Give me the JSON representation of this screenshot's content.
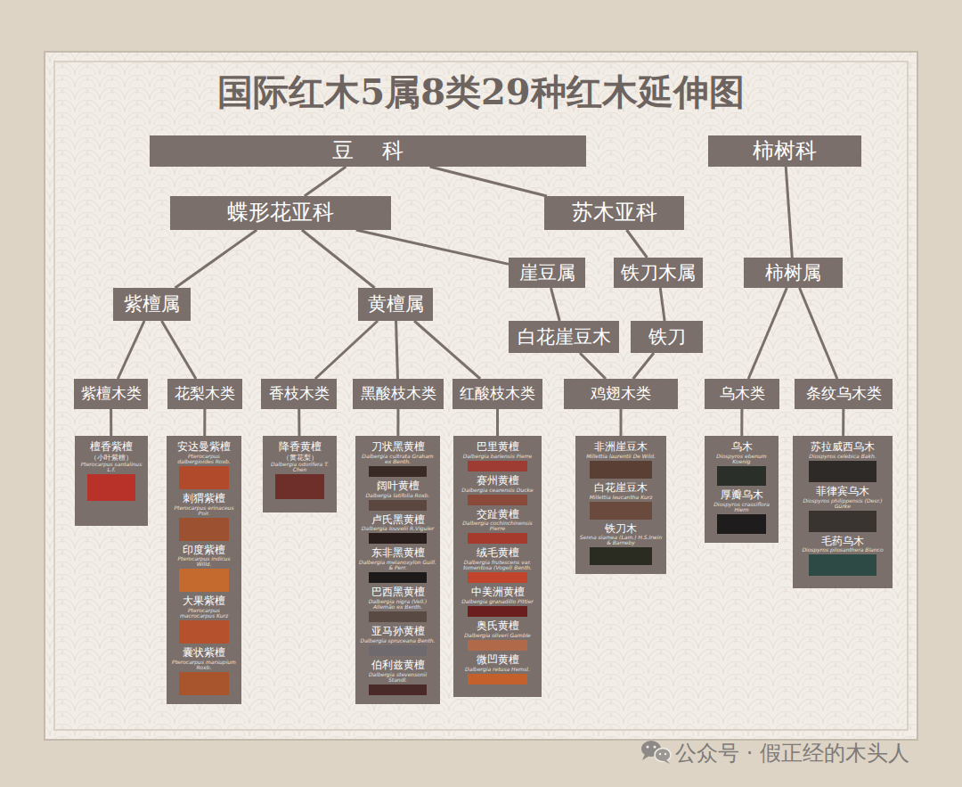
{
  "diagram": {
    "title": "国际红木5属8类29种红木延伸图",
    "nodes": [
      {
        "text": [
          "豆 科"
        ]
      },
      {
        "text": [
          "柿树科"
        ]
      },
      {
        "text": [
          "蝶形花亚科"
        ]
      },
      {
        "text": [
          "苏木亚科"
        ]
      },
      {
        "text": [
          "紫檀属"
        ]
      },
      {
        "text": [
          "黄檀属"
        ]
      },
      {
        "text": [
          "崖豆属"
        ]
      },
      {
        "text": [
          "铁刀木属"
        ]
      },
      {
        "text": [
          "柿树属"
        ]
      },
      {
        "text": [
          "白花崖豆木"
        ]
      },
      {
        "text": [
          "铁刀"
        ]
      },
      {
        "text": [
          "紫檀木类"
        ]
      },
      {
        "text": [
          "花梨木类"
        ]
      },
      {
        "text": [
          "香枝木类"
        ]
      },
      {
        "text": [
          "黑酸枝木类"
        ]
      },
      {
        "text": [
          "红酸枝木类"
        ]
      },
      {
        "text": [
          "鸡翅木类"
        ]
      },
      {
        "text": [
          "乌木类"
        ]
      },
      {
        "text": [
          "条纹乌木类"
        ]
      },
      {},
      {
        "text": [
          "檀香紫檀",
          "（小叶紫檀）",
          "Pterocarpus santalinus L.f."
        ],
        "in": 19
      },
      {},
      {
        "text": [
          "安达曼紫檀",
          "Pterocarpus dalbergioides Roxb."
        ],
        "in": 21
      },
      {
        "text": [
          "刺猬紫檀",
          "Pterocarpus erinaceus Poir."
        ],
        "in": 21
      },
      {
        "text": [
          "印度紫檀",
          "Pterocarpus indicus Willd."
        ],
        "in": 21
      },
      {
        "text": [
          "大果紫檀",
          "Pterocarpus macrocarpus Kurz"
        ],
        "in": 21
      },
      {
        "text": [
          "囊状紫檀",
          "Pterocarpus marsupium Roxb."
        ],
        "in": 21
      },
      {},
      {
        "text": [
          "降香黄檀",
          "（黄花梨）",
          "Dalbergia odorifera T. Chen"
        ],
        "in": 27
      },
      {},
      {
        "text": [
          "刀状黑黄檀",
          "Dalbergia cultrata Graham ex Benth."
        ],
        "in": 29
      },
      {
        "text": [
          "阔叶黄檀",
          "Dalbergia latifolia Roxb."
        ],
        "in": 29
      },
      {
        "text": [
          "卢氏黑黄檀",
          "Dalbergia louvelii R.Viguier"
        ],
        "in": 29
      },
      {
        "text": [
          "东非黑黄檀",
          "Dalbergia melanoxylon Guill. & Perr."
        ],
        "in": 29
      },
      {
        "text": [
          "巴西黑黄檀",
          "Dalbergia nigra (Vell.) Allemão ex Benth."
        ],
        "in": 29
      },
      {
        "text": [
          "亚马孙黄檀",
          "Dalbergia spruceana Benth."
        ],
        "in": 29
      },
      {
        "text": [
          "伯利兹黄檀",
          "Dalbergia stevensonii Standl."
        ],
        "in": 29
      },
      {},
      {
        "text": [
          "巴里黄檀",
          "Dalbergia bariensis Pierre"
        ],
        "in": 37
      },
      {
        "text": [
          "赛州黄檀",
          "Dalbergia cearensis Ducke"
        ],
        "in": 37
      },
      {
        "text": [
          "交趾黄檀",
          "Dalbergia cochinchinensis Pierre"
        ],
        "in": 37
      },
      {
        "text": [
          "绒毛黄檀",
          "Dalbergia frutescens var. tomentosa (Vogel) Benth."
        ],
        "in": 37
      },
      {
        "text": [
          "中美洲黄檀",
          "Dalbergia granadillo Pittier"
        ],
        "in": 37
      },
      {
        "text": [
          "奥氏黄檀",
          "Dalbergia oliveri Gamble"
        ],
        "in": 37
      },
      {
        "text": [
          "微凹黄檀",
          "Dalbergia retusa Hemsl."
        ],
        "in": 37
      },
      {},
      {
        "text": [
          "非洲崖豆木",
          "Millettia laurentii De Wild."
        ],
        "in": 45
      },
      {
        "text": [
          "白花崖豆木",
          "Millettia leucantha Kurz"
        ],
        "in": 45
      },
      {
        "text": [
          "铁刀木",
          "Senna siamea (Lam.) H.S.Irwin & Barneby"
        ],
        "in": 45
      },
      {},
      {
        "text": [
          "乌木",
          "Diospyros ebenum Koenig"
        ],
        "in": 49
      },
      {
        "text": [
          "厚瓣乌木",
          "Diospyros crassiflora Hiern"
        ],
        "in": 49
      },
      {},
      {
        "text": [
          "苏拉威西乌木",
          "Diospyros celebica Bakh."
        ],
        "in": 52
      },
      {
        "text": [
          "菲律宾乌木",
          "Diospyros philippensis (Desr.) Gürke"
        ],
        "in": 52
      },
      {
        "text": [
          "毛药乌木",
          "Diospyros pilosanthera Blanco"
        ],
        "in": 52
      }
    ],
    "edges": [
      {
        "from": 0,
        "to": 2,
        "arrow": "none"
      },
      {
        "from": 0,
        "to": 3,
        "arrow": "none"
      },
      {
        "from": 2,
        "to": 4,
        "arrow": "none"
      },
      {
        "from": 2,
        "to": 5,
        "arrow": "none"
      },
      {
        "from": 2,
        "to": 6,
        "arrow": "none"
      },
      {
        "from": 3,
        "to": 7,
        "arrow": "none"
      },
      {
        "from": 6,
        "to": 9,
        "arrow": "none"
      },
      {
        "from": 7,
        "to": 10,
        "arrow": "none"
      },
      {
        "from": 9,
        "to": 16,
        "arrow": "none"
      },
      {
        "from": 10,
        "to": 16,
        "arrow": "none"
      },
      {
        "from": 1,
        "to": 8,
        "arrow": "none"
      },
      {
        "from": 8,
        "to": 17,
        "arrow": "none"
      },
      {
        "from": 8,
        "to": 18,
        "arrow": "none"
      },
      {
        "from": 4,
        "to": 11,
        "arrow": "none"
      },
      {
        "from": 4,
        "to": 12,
        "arrow": "none"
      },
      {
        "from": 5,
        "to": 13,
        "arrow": "none"
      },
      {
        "from": 5,
        "to": 14,
        "arrow": "none"
      },
      {
        "from": 5,
        "to": 15,
        "arrow": "none"
      },
      {
        "from": 11,
        "to": 19,
        "arrow": "none"
      },
      {
        "from": 12,
        "to": 21,
        "arrow": "none"
      },
      {
        "from": 13,
        "to": 27,
        "arrow": "none"
      },
      {
        "from": 14,
        "to": 29,
        "arrow": "none"
      },
      {
        "from": 15,
        "to": 37,
        "arrow": "none"
      },
      {
        "from": 16,
        "to": 45,
        "arrow": "none"
      },
      {
        "from": 17,
        "to": 49,
        "arrow": "none"
      },
      {
        "from": 18,
        "to": 52,
        "arrow": "none"
      }
    ],
    "labels": [
      "公众号 · 假正经的木头人"
    ]
  }
}
